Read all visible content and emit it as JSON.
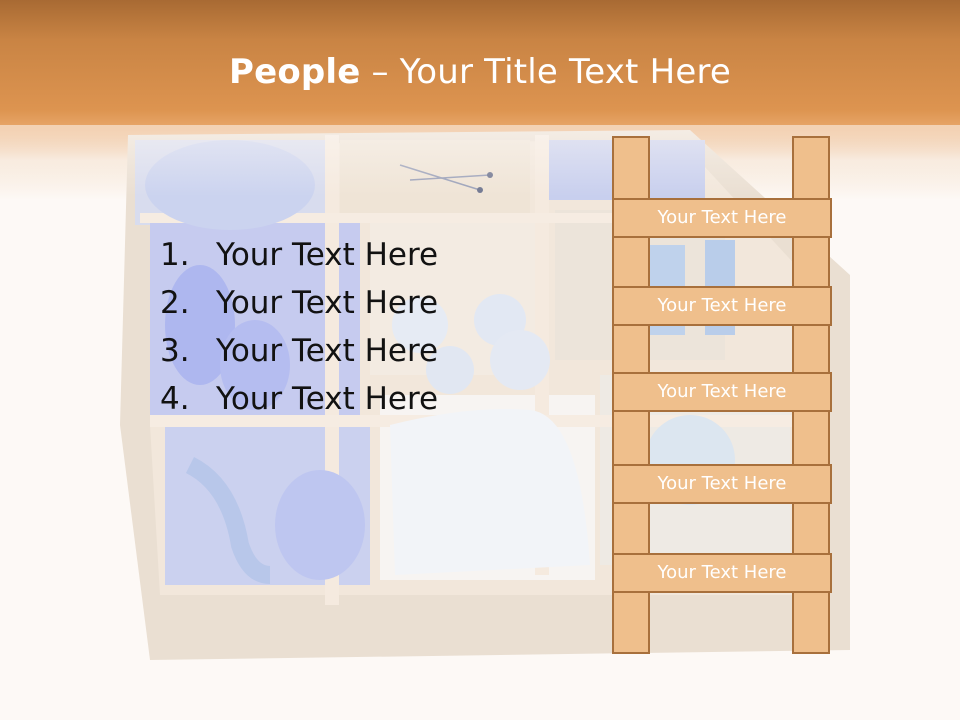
{
  "slide": {
    "title_bold": "People",
    "title_rest": " – Your Title Text Here"
  },
  "list": {
    "items": [
      {
        "number": "1.",
        "text": "Your Text Here"
      },
      {
        "number": "2.",
        "text": "Your Text Here"
      },
      {
        "number": "3.",
        "text": "Your Text Here"
      },
      {
        "number": "4.",
        "text": "Your Text Here"
      }
    ]
  },
  "ladder": {
    "rungs": [
      "Your Text Here",
      "Your Text Here",
      "Your Text Here",
      "Your Text Here",
      "Your Text Here"
    ]
  },
  "colors": {
    "header_band": "#d98f4c",
    "ladder_fill": "#efbf8c",
    "ladder_border": "#a8703c"
  }
}
